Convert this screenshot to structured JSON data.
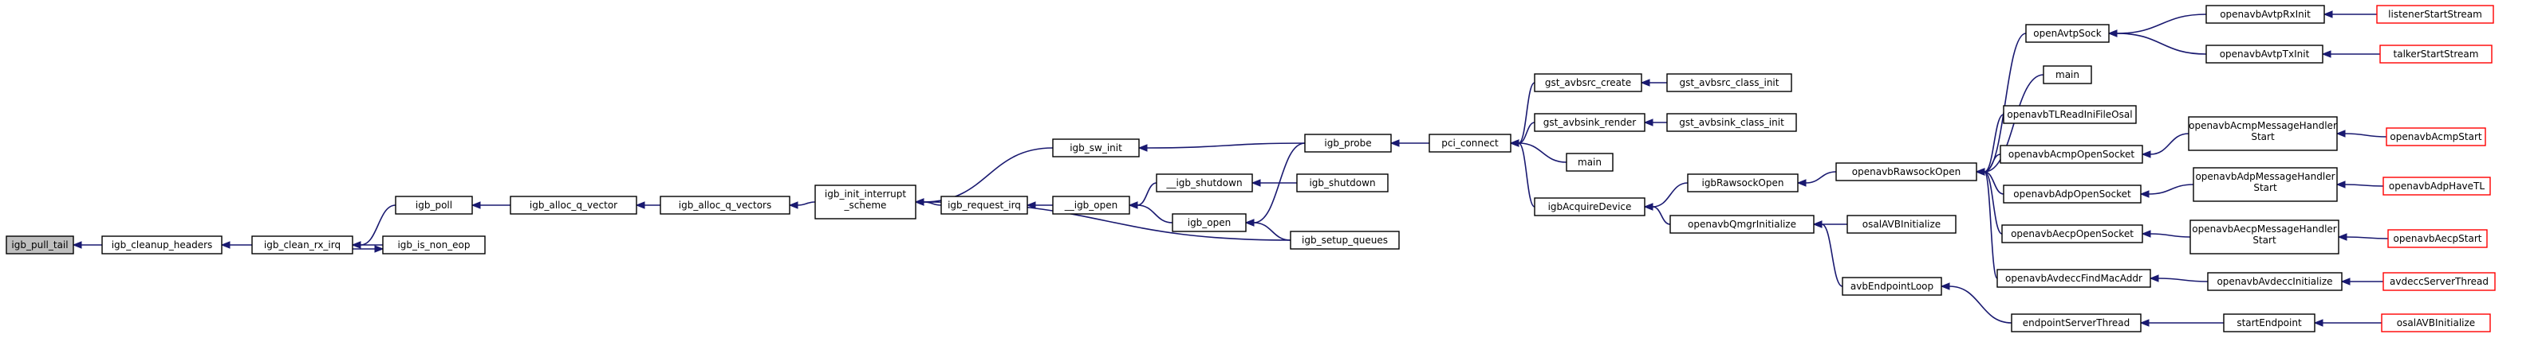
{
  "colors": {
    "edge": "#191970",
    "node_border": "#000000",
    "node_fill": "#ffffff",
    "root_fill": "#bfbfbf",
    "leaf_border": "#ff0000"
  },
  "nodes": {
    "igb_pull_tail": "igb_pull_tail",
    "igb_cleanup_headers": "igb_cleanup_headers",
    "igb_clean_rx_irq": "igb_clean_rx_irq",
    "igb_poll": "igb_poll",
    "igb_is_non_eop": "igb_is_non_eop",
    "igb_alloc_q_vector": "igb_alloc_q_vector",
    "igb_alloc_q_vectors": "igb_alloc_q_vectors",
    "igb_init_interrupt_scheme_1": "igb_init_interrupt",
    "igb_init_interrupt_scheme_2": "_scheme",
    "igb_sw_init": "igb_sw_init",
    "igb_request_irq": "igb_request_irq",
    "igb_open_dunder": "__igb_open",
    "igb_shutdown_dunder": "__igb_shutdown",
    "igb_open": "igb_open",
    "igb_probe": "igb_probe",
    "igb_shutdown": "igb_shutdown",
    "igb_setup_queues": "igb_setup_queues",
    "pci_connect": "pci_connect",
    "gst_avbsrc_create": "gst_avbsrc_create",
    "gst_avbsrc_class_init": "gst_avbsrc_class_init",
    "gst_avbsink_render": "gst_avbsink_render",
    "gst_avbsink_class_init": "gst_avbsink_class_init",
    "main_1": "main",
    "igbAcquireDevice": "igbAcquireDevice",
    "igbRawsockOpen": "igbRawsockOpen",
    "openavbQmgrInitialize": "openavbQmgrInitialize",
    "osalAVBInitialize_1": "osalAVBInitialize",
    "avbEndpointLoop": "avbEndpointLoop",
    "endpointServerThread": "endpointServerThread",
    "startEndpoint": "startEndpoint",
    "osalAVBInitialize_2": "osalAVBInitialize",
    "openavbRawsockOpen": "openavbRawsockOpen",
    "openAvtpSock": "openAvtpSock",
    "openavbAvtpRxInit": "openavbAvtpRxInit",
    "listenerStartStream": "listenerStartStream",
    "openavbAvtpTxInit": "openavbAvtpTxInit",
    "talkerStartStream": "talkerStartStream",
    "main_2": "main",
    "openavbTLReadIniFileOsal": "openavbTLReadIniFileOsal",
    "openavbAcmpOpenSocket": "openavbAcmpOpenSocket",
    "openavbAcmpMessageHandlerStart_1": "openavbAcmpMessageHandler",
    "openavbAcmpMessageHandlerStart_2": "Start",
    "openavbAcmpStart": "openavbAcmpStart",
    "openavbAdpOpenSocket": "openavbAdpOpenSocket",
    "openavbAdpMessageHandlerStart_1": "openavbAdpMessageHandler",
    "openavbAdpMessageHandlerStart_2": "Start",
    "openavbAdpHaveTL": "openavbAdpHaveTL",
    "openavbAecpOpenSocket": "openavbAecpOpenSocket",
    "openavbAecpMessageHandlerStart_1": "openavbAecpMessageHandler",
    "openavbAecpMessageHandlerStart_2": "Start",
    "openavbAecpStart": "openavbAecpStart",
    "openavbAvdeccFindMacAddr": "openavbAvdeccFindMacAddr",
    "openavbAvdeccInitialize": "openavbAvdeccInitialize",
    "avdeccServerThread": "avdeccServerThread"
  }
}
